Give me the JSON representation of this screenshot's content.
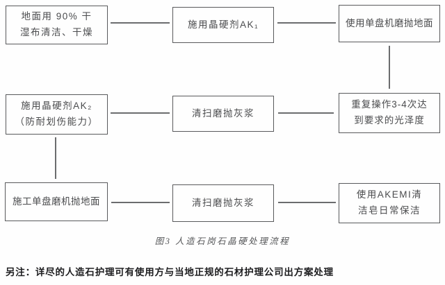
{
  "page": {
    "background": "#fefefe",
    "caption": "图3 人造石岗石晶硬处理流程",
    "note": "另注：详尽的人造石护理可有使用方与当地正规的石材护理公司出方案处理"
  },
  "flowchart": {
    "border_color": "#58595b",
    "line_color": "#6b6c6e",
    "text_color": "#4a4b4d",
    "boxes": [
      {
        "id": "clean-floor",
        "text": "地面用 90% 干\n湿布清洁、干燥"
      },
      {
        "id": "apply-ak1",
        "text": "施用晶硬剂AK₁"
      },
      {
        "id": "machine-polish-floor",
        "text": "使用单盘机磨抛地面"
      },
      {
        "id": "apply-ak2",
        "text": "施用晶硬剂AK₂\n（防耐划伤能力）"
      },
      {
        "id": "sweep-slurry-1",
        "text": "清扫磨抛灰浆"
      },
      {
        "id": "repeat-3-4-times",
        "text": "重复操作3-4次达\n到要求的光泽度"
      },
      {
        "id": "single-disc-polish",
        "text": "施工单盘磨机抛地面"
      },
      {
        "id": "sweep-slurry-2",
        "text": "清扫磨抛灰浆"
      },
      {
        "id": "akemi-daily-clean",
        "text": "使用AKEMI清\n洁皂日常保洁"
      }
    ]
  }
}
